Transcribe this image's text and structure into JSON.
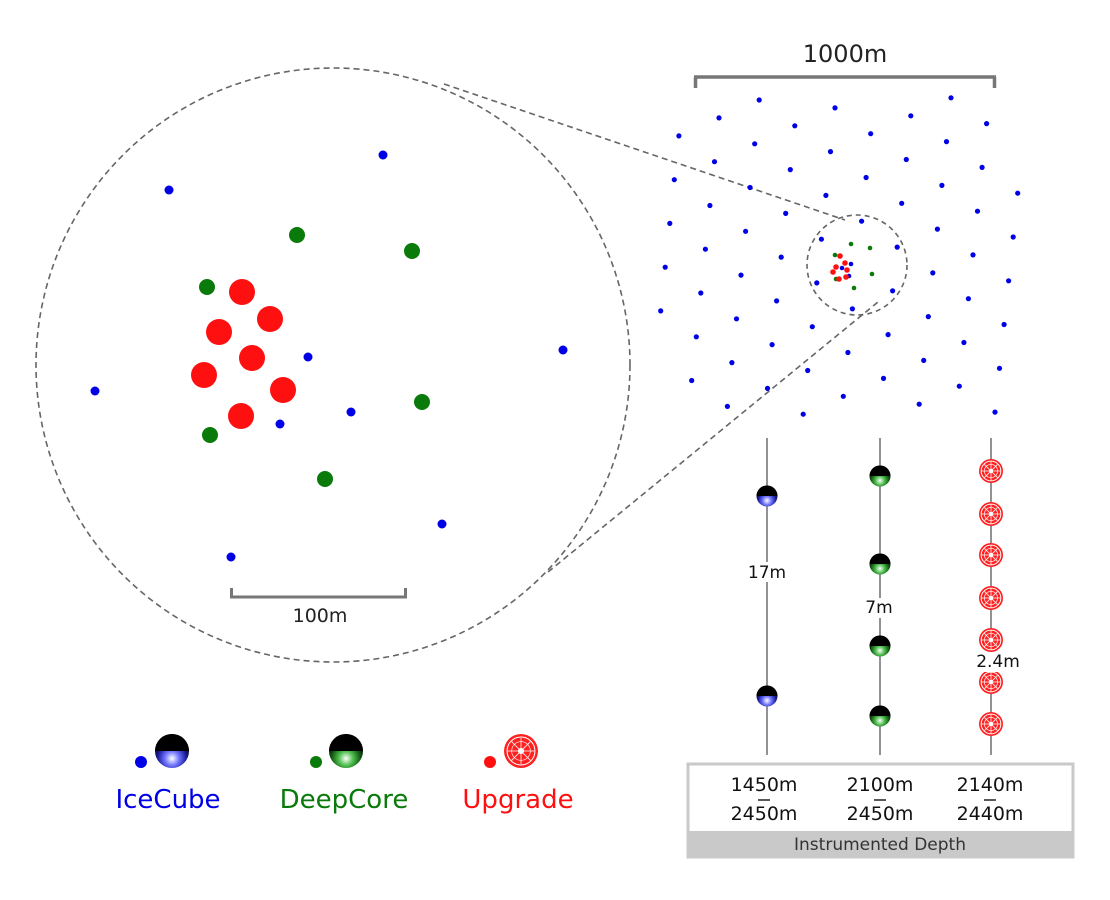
{
  "colors": {
    "icecube": "#0000e6",
    "deepcore": "#0a7a0a",
    "upgrade": "#ff1010",
    "scale_bar": "#777777",
    "dashed": "#666666",
    "footer_bg": "#c9c9c9"
  },
  "scale_bars": {
    "overview": "1000m",
    "zoom": "100m"
  },
  "legend": [
    {
      "label": "IceCube",
      "icon": "icecube-sensor-icon",
      "color": "#0000e6"
    },
    {
      "label": "DeepCore",
      "icon": "deepcore-sensor-icon",
      "color": "#0a7a0a"
    },
    {
      "label": "Upgrade",
      "icon": "upgrade-sensor-icon",
      "color": "#ff1010"
    }
  ],
  "strings": [
    {
      "name": "IceCube",
      "spacing": "17m",
      "depth_top": "1450m",
      "depth_bottom": "2450m"
    },
    {
      "name": "DeepCore",
      "spacing": "7m",
      "depth_top": "2100m",
      "depth_bottom": "2450m"
    },
    {
      "name": "Upgrade",
      "spacing": "2.4m",
      "depth_top": "2140m",
      "depth_bottom": "2440m"
    }
  ],
  "depth_footer": "Instrumented Depth"
}
